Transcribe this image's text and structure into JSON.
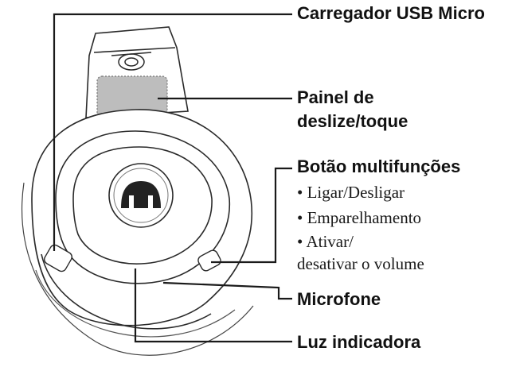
{
  "labels": {
    "usb_charger": "Carregador USB Micro",
    "touch_panel_line1": "Painel de",
    "touch_panel_line2": "deslize/toque",
    "multi_button": "Botão multifunções",
    "power": "• Ligar/Desligar",
    "pairing": "• Emparelhamento",
    "mute_line1": "• Ativar/",
    "mute_line2": "desativar o volume",
    "microphone": "Microfone",
    "indicator": "Luz indicadora"
  },
  "colors": {
    "outline": "#1a1a1a",
    "panel_fill": "#bdbdbd",
    "logo": "#222222"
  }
}
